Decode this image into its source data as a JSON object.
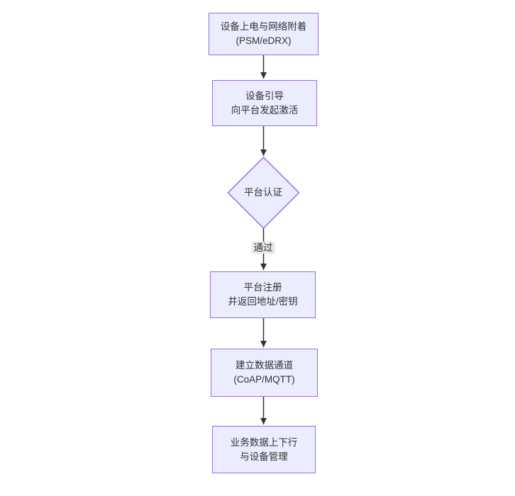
{
  "diagram": {
    "type": "flowchart",
    "direction": "top-down",
    "nodes": [
      {
        "id": "A",
        "shape": "rect",
        "lines": [
          "设备上电与网络附着",
          "(PSM/eDRX)"
        ]
      },
      {
        "id": "B",
        "shape": "rect",
        "lines": [
          "设备引导",
          "向平台发起激活"
        ]
      },
      {
        "id": "C",
        "shape": "diamond",
        "lines": [
          "平台认证"
        ]
      },
      {
        "id": "D",
        "shape": "rect",
        "lines": [
          "平台注册",
          "并返回地址/密钥"
        ]
      },
      {
        "id": "E",
        "shape": "rect",
        "lines": [
          "建立数据通道",
          "(CoAP/MQTT)"
        ]
      },
      {
        "id": "F",
        "shape": "rect",
        "lines": [
          "业务数据上下行",
          "与设备管理"
        ]
      }
    ],
    "edges": [
      {
        "from": "A",
        "to": "B",
        "label": ""
      },
      {
        "from": "B",
        "to": "C",
        "label": ""
      },
      {
        "from": "C",
        "to": "D",
        "label": "通过"
      },
      {
        "from": "D",
        "to": "E",
        "label": ""
      },
      {
        "from": "E",
        "to": "F",
        "label": ""
      }
    ]
  },
  "colors": {
    "background": "#ffffff",
    "node_fill": "#ECECFF",
    "node_border": "#9370DB",
    "edge_line": "#333333",
    "edge_label_bg": "#e8e8e8",
    "text": "#333333"
  }
}
